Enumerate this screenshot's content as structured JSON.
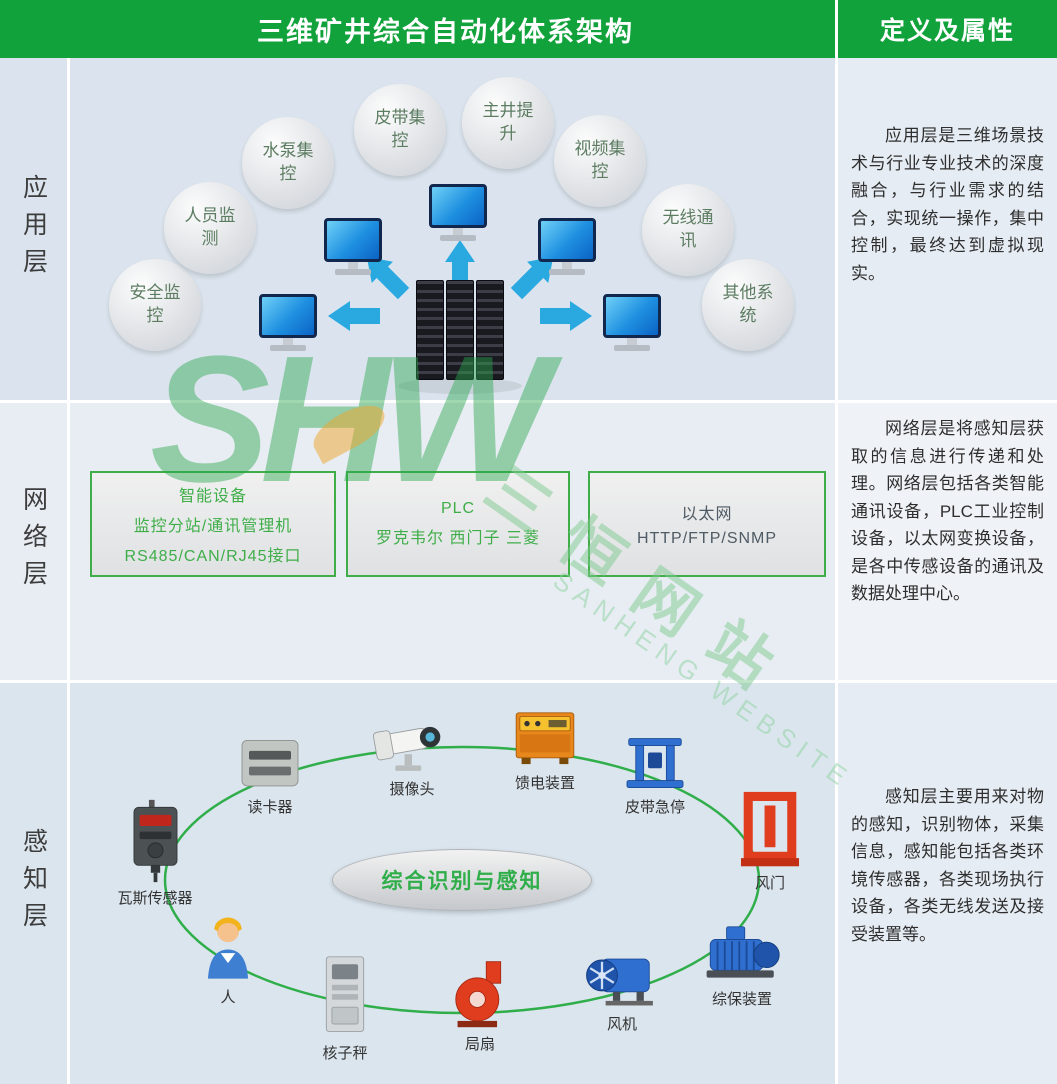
{
  "header": {
    "title": "三维矿井综合自动化体系架构",
    "right_title": "定义及属性"
  },
  "layers": [
    {
      "label": "应用层",
      "description": "应用层是三维场景技术与行业专业技术的深度融合，与行业需求的结合，实现统一操作，集中控制，最终达到虚拟现实。"
    },
    {
      "label": "网络层",
      "description": "网络层是将感知层获取的信息进行传递和处理。网络层包括各类智能通讯设备，PLC工业控制设备，以太网变换设备，是各中传感设备的通讯及数据处理中心。"
    },
    {
      "label": "感知层",
      "description": "感知层主要用来对物的感知，识别物体，采集信息，感知能包括各类环境传感器，各类现场执行设备，各类无线发送及接受装置等。"
    }
  ],
  "application": {
    "bubbles": [
      "安全监控",
      "人员监测",
      "水泵集控",
      "皮带集控",
      "主井提升",
      "视频集控",
      "无线通讯",
      "其他系统"
    ]
  },
  "network": {
    "boxes": [
      {
        "lines": [
          "智能设备",
          "监控分站/通讯管理机",
          "RS485/CAN/RJ45接口"
        ]
      },
      {
        "lines": [
          "PLC",
          "罗克韦尔 西门子 三菱"
        ]
      },
      {
        "lines": [
          "以太网",
          "HTTP/FTP/SNMP"
        ]
      }
    ]
  },
  "perception": {
    "center_label": "综合识别与感知",
    "devices": [
      "读卡器",
      "摄像头",
      "馈电装置",
      "皮带急停",
      "风门",
      "综保装置",
      "风机",
      "局扇",
      "核子秤",
      "人",
      "瓦斯传感器"
    ]
  },
  "watermark": {
    "logo": "SHW",
    "site_name": "三恒网站",
    "site_name_en": "SANHENG WEBSITE"
  },
  "colors": {
    "header_green": "#11a23b",
    "box_border_green": "#3fae49",
    "arrow_blue": "#2aa9e1"
  }
}
